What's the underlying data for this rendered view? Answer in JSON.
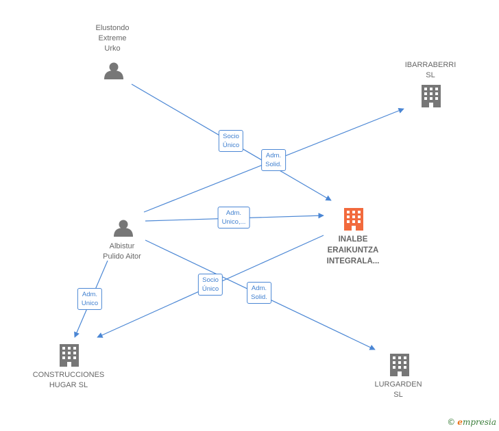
{
  "nodes": {
    "elustondo": {
      "label": "Elustondo\nExtreme\nUrko",
      "icon": "person-icon"
    },
    "albistur": {
      "label": "Albistur\nPulido Aitor",
      "icon": "person-icon"
    },
    "ibarraberri": {
      "label": "IBARRABERRI\nSL",
      "icon": "building-icon"
    },
    "inalbe": {
      "label": "INALBE\nERAIKUNTZA\nINTEGRALA...",
      "icon": "building-icon"
    },
    "construcciones": {
      "label": "CONSTRUCCIONES\nHUGAR SL",
      "icon": "building-icon"
    },
    "lurgarden": {
      "label": "LURGARDEN\nSL",
      "icon": "building-icon"
    }
  },
  "edges": {
    "e1": "Socio\nÚnico",
    "e2": "Adm.\nSolid.",
    "e3": "Adm.\nUnico,...",
    "e4": "Socio\nÚnico",
    "e5": "Adm.\nSolid.",
    "e6": "Adm.\nUnico"
  },
  "colors": {
    "edge": "#4a86d4",
    "node_gray": "#777777",
    "focus": "#f26a3d"
  },
  "footer": {
    "copyright": "©",
    "brand_initial": "e",
    "brand_rest": "mpresia"
  }
}
